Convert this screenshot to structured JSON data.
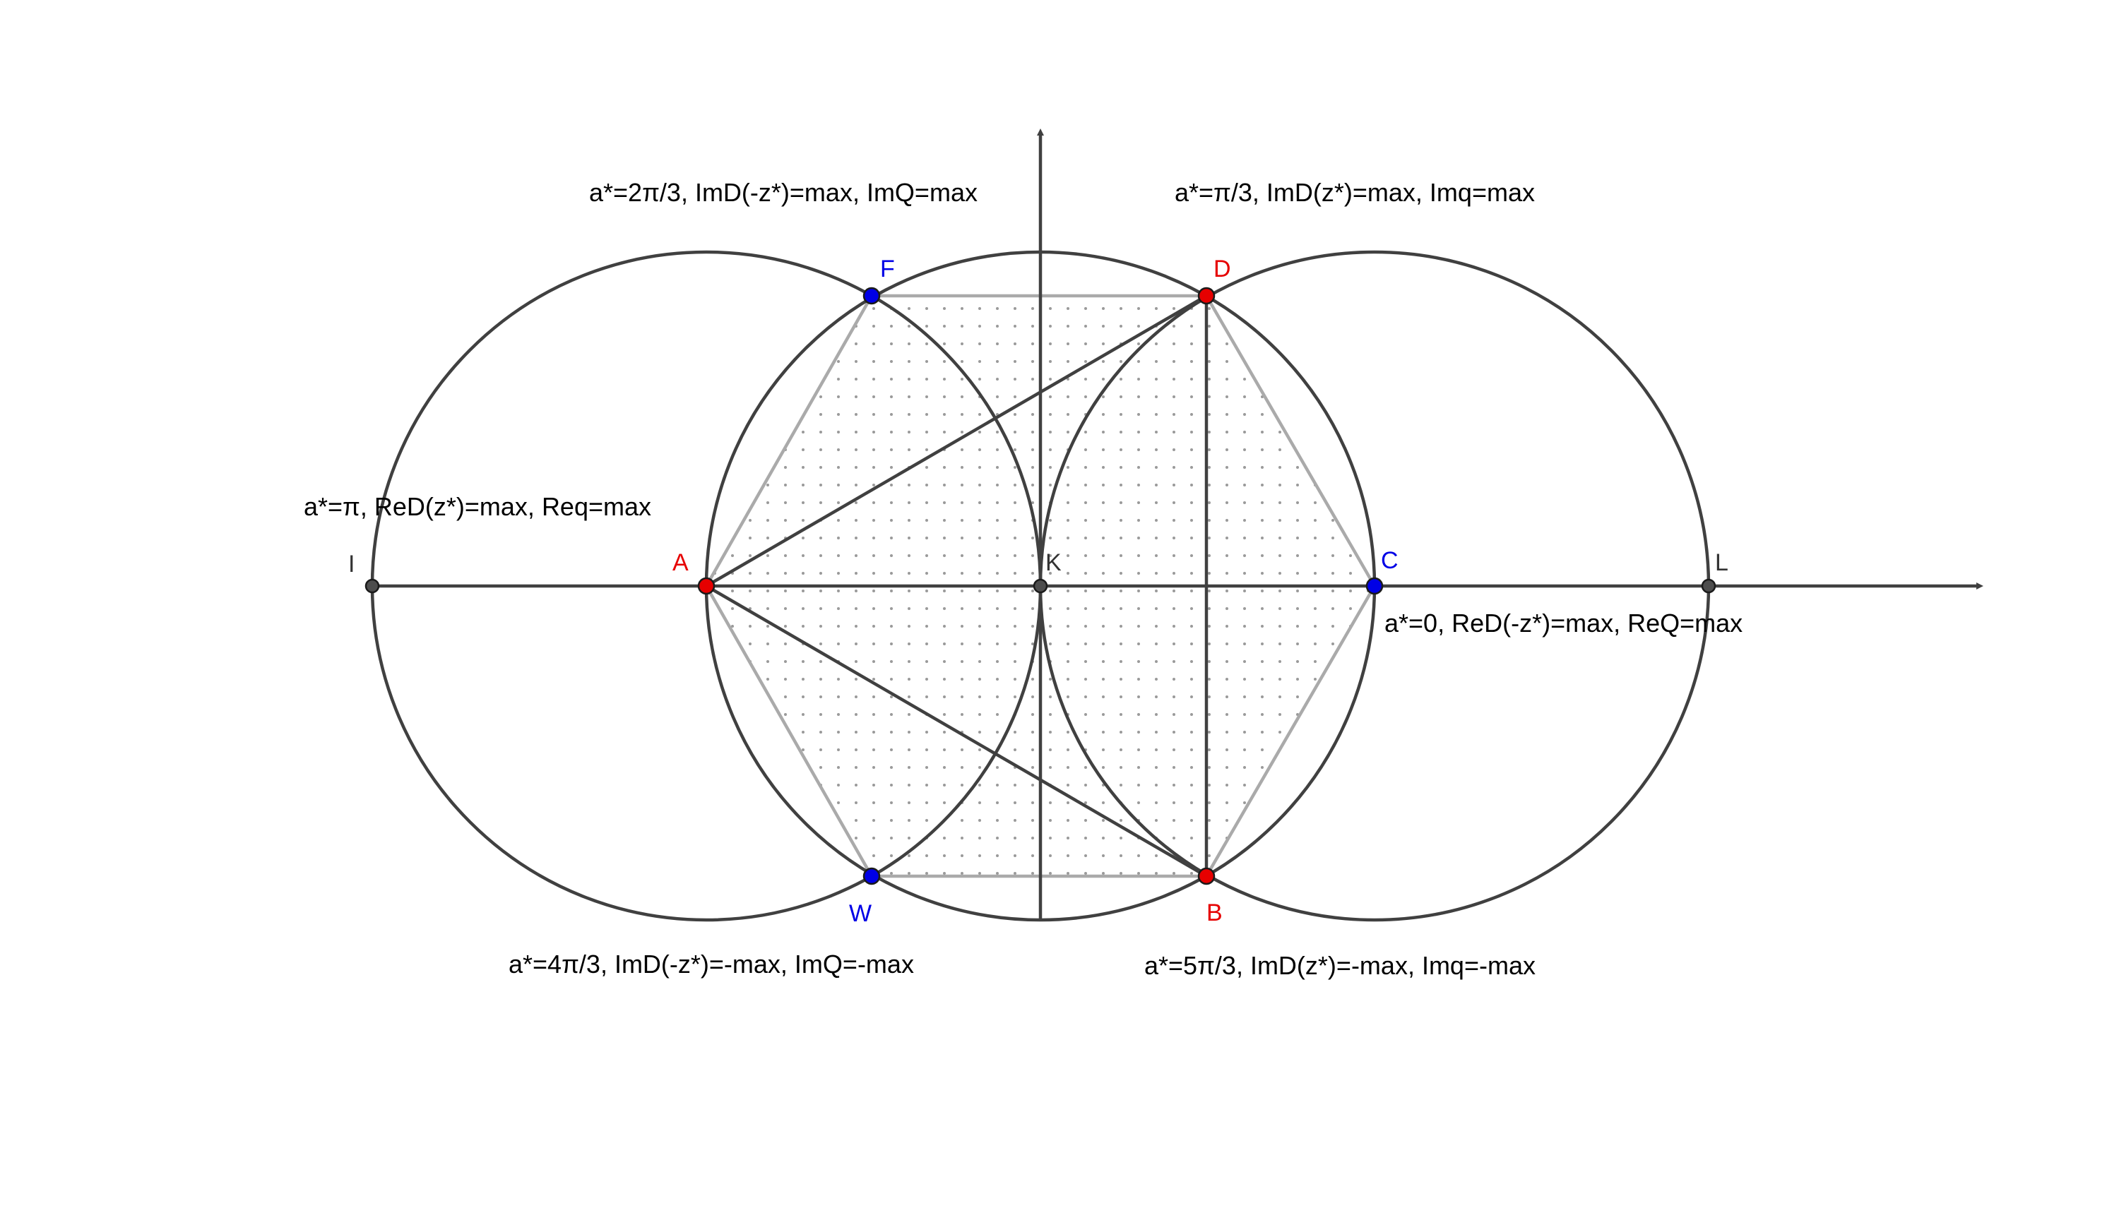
{
  "points": {
    "A": {
      "label": "A",
      "color": "#e60000"
    },
    "B": {
      "label": "B",
      "color": "#e60000"
    },
    "C": {
      "label": "C",
      "color": "#0000e6"
    },
    "D": {
      "label": "D",
      "color": "#e60000"
    },
    "F": {
      "label": "F",
      "color": "#0000e6"
    },
    "W": {
      "label": "W",
      "color": "#0000e6"
    },
    "I": {
      "label": "I",
      "color": "#4d4d4d"
    },
    "K": {
      "label": "K",
      "color": "#4d4d4d"
    },
    "L": {
      "label": "L",
      "color": "#4d4d4d"
    }
  },
  "annotations": {
    "top_left": "a*=2π/3, ImD(-z*)=max, ImQ=max",
    "top_right": "a*=π/3, ImD(z*)=max, Imq=max",
    "mid_left": "a*=π, ReD(z*)=max, Req=max",
    "mid_right": "a*=0, ReD(-z*)=max, ReQ=max",
    "bottom_left": "a*=4π/3, ImD(-z*)=-max, ImQ=-max",
    "bottom_right": "a*=5π/3, ImD(z*)=-max, Imq=-max"
  },
  "colors": {
    "line": "#404040",
    "hexagon": "#aaaaaa",
    "red": "#e60000",
    "blue": "#0000e6"
  }
}
